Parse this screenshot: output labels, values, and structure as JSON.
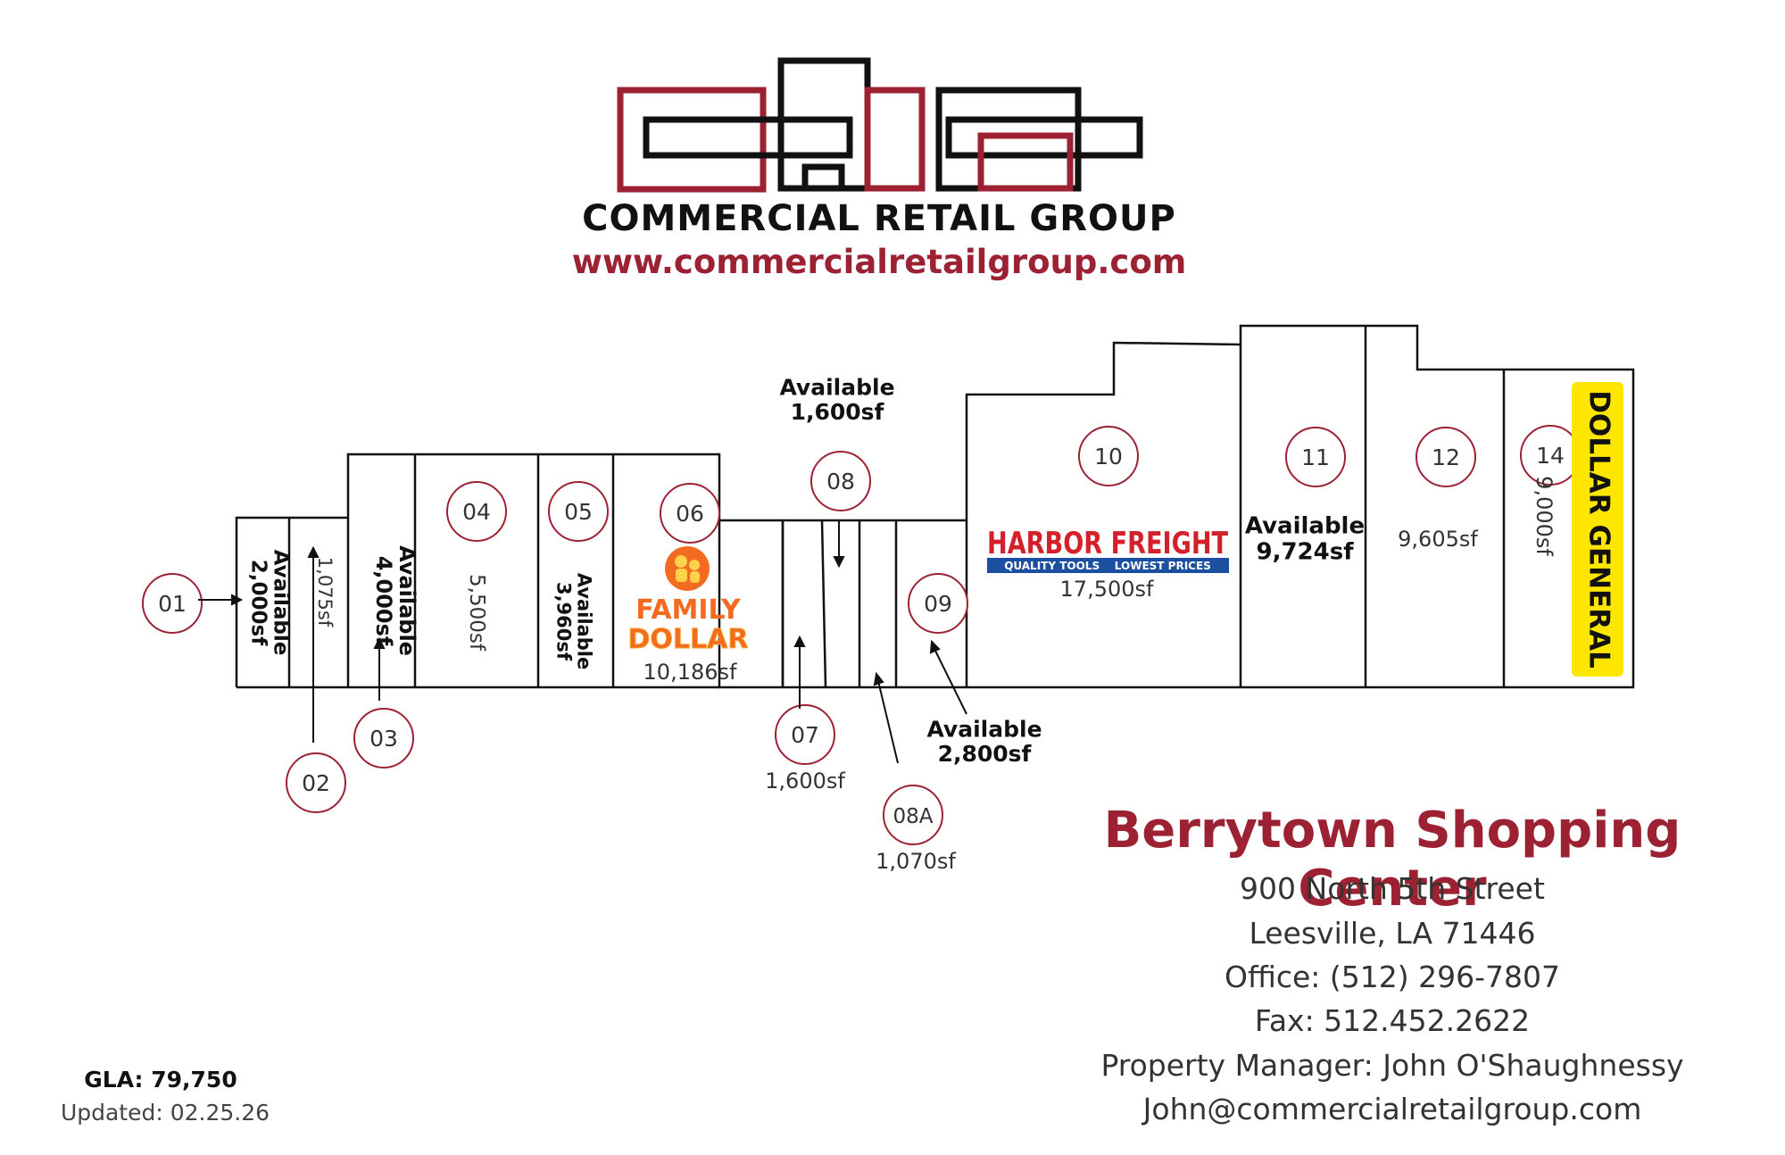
{
  "brand": {
    "name": "COMMERCIAL RETAIL GROUP",
    "url": "www.commercialretailgroup.com",
    "logo_colors": {
      "red": "#9c2233",
      "black": "#111111"
    }
  },
  "units": [
    {
      "id": "01",
      "label": "Available\n2,000sf",
      "status": "available"
    },
    {
      "id": "02",
      "label": "1,075sf",
      "status": "leased"
    },
    {
      "id": "03",
      "label": "Available\n4,000sf",
      "status": "available"
    },
    {
      "id": "04",
      "label": "5,500sf",
      "status": "leased"
    },
    {
      "id": "05",
      "label": "Available\n3,960sf",
      "status": "available"
    },
    {
      "id": "06",
      "label": "10,186sf",
      "tenant": "FAMILY DOLLAR",
      "status": "leased"
    },
    {
      "id": "07",
      "label": "1,600sf",
      "status": "leased"
    },
    {
      "id": "08",
      "label": "Available\n1,600sf",
      "status": "available"
    },
    {
      "id": "08A",
      "label": "1,070sf",
      "status": "leased"
    },
    {
      "id": "09",
      "label": "Available\n2,800sf",
      "status": "available"
    },
    {
      "id": "10",
      "label": "17,500sf",
      "tenant": "HARBOR FREIGHT",
      "tenant_tagline": "QUALITY TOOLS    LOWEST PRICES",
      "status": "leased"
    },
    {
      "id": "11",
      "label": "Available\n9,724sf",
      "status": "available"
    },
    {
      "id": "12",
      "label": "9,605sf",
      "status": "leased"
    },
    {
      "id": "14",
      "label": "9,000sf",
      "tenant": "DOLLAR GENERAL",
      "status": "leased"
    }
  ],
  "center": {
    "title": "Berrytown Shopping Center",
    "address_line1": "900 North 5th Street",
    "address_line2": "Leesville, LA 71446",
    "office": "Office: (512) 296-7807",
    "fax": "Fax: 512.452.2622",
    "manager": "Property Manager: John O'Shaughnessy",
    "email": "John@commercialretailgroup.com"
  },
  "footer": {
    "gla": "GLA: 79,750",
    "updated": "Updated: 02.25.26"
  }
}
